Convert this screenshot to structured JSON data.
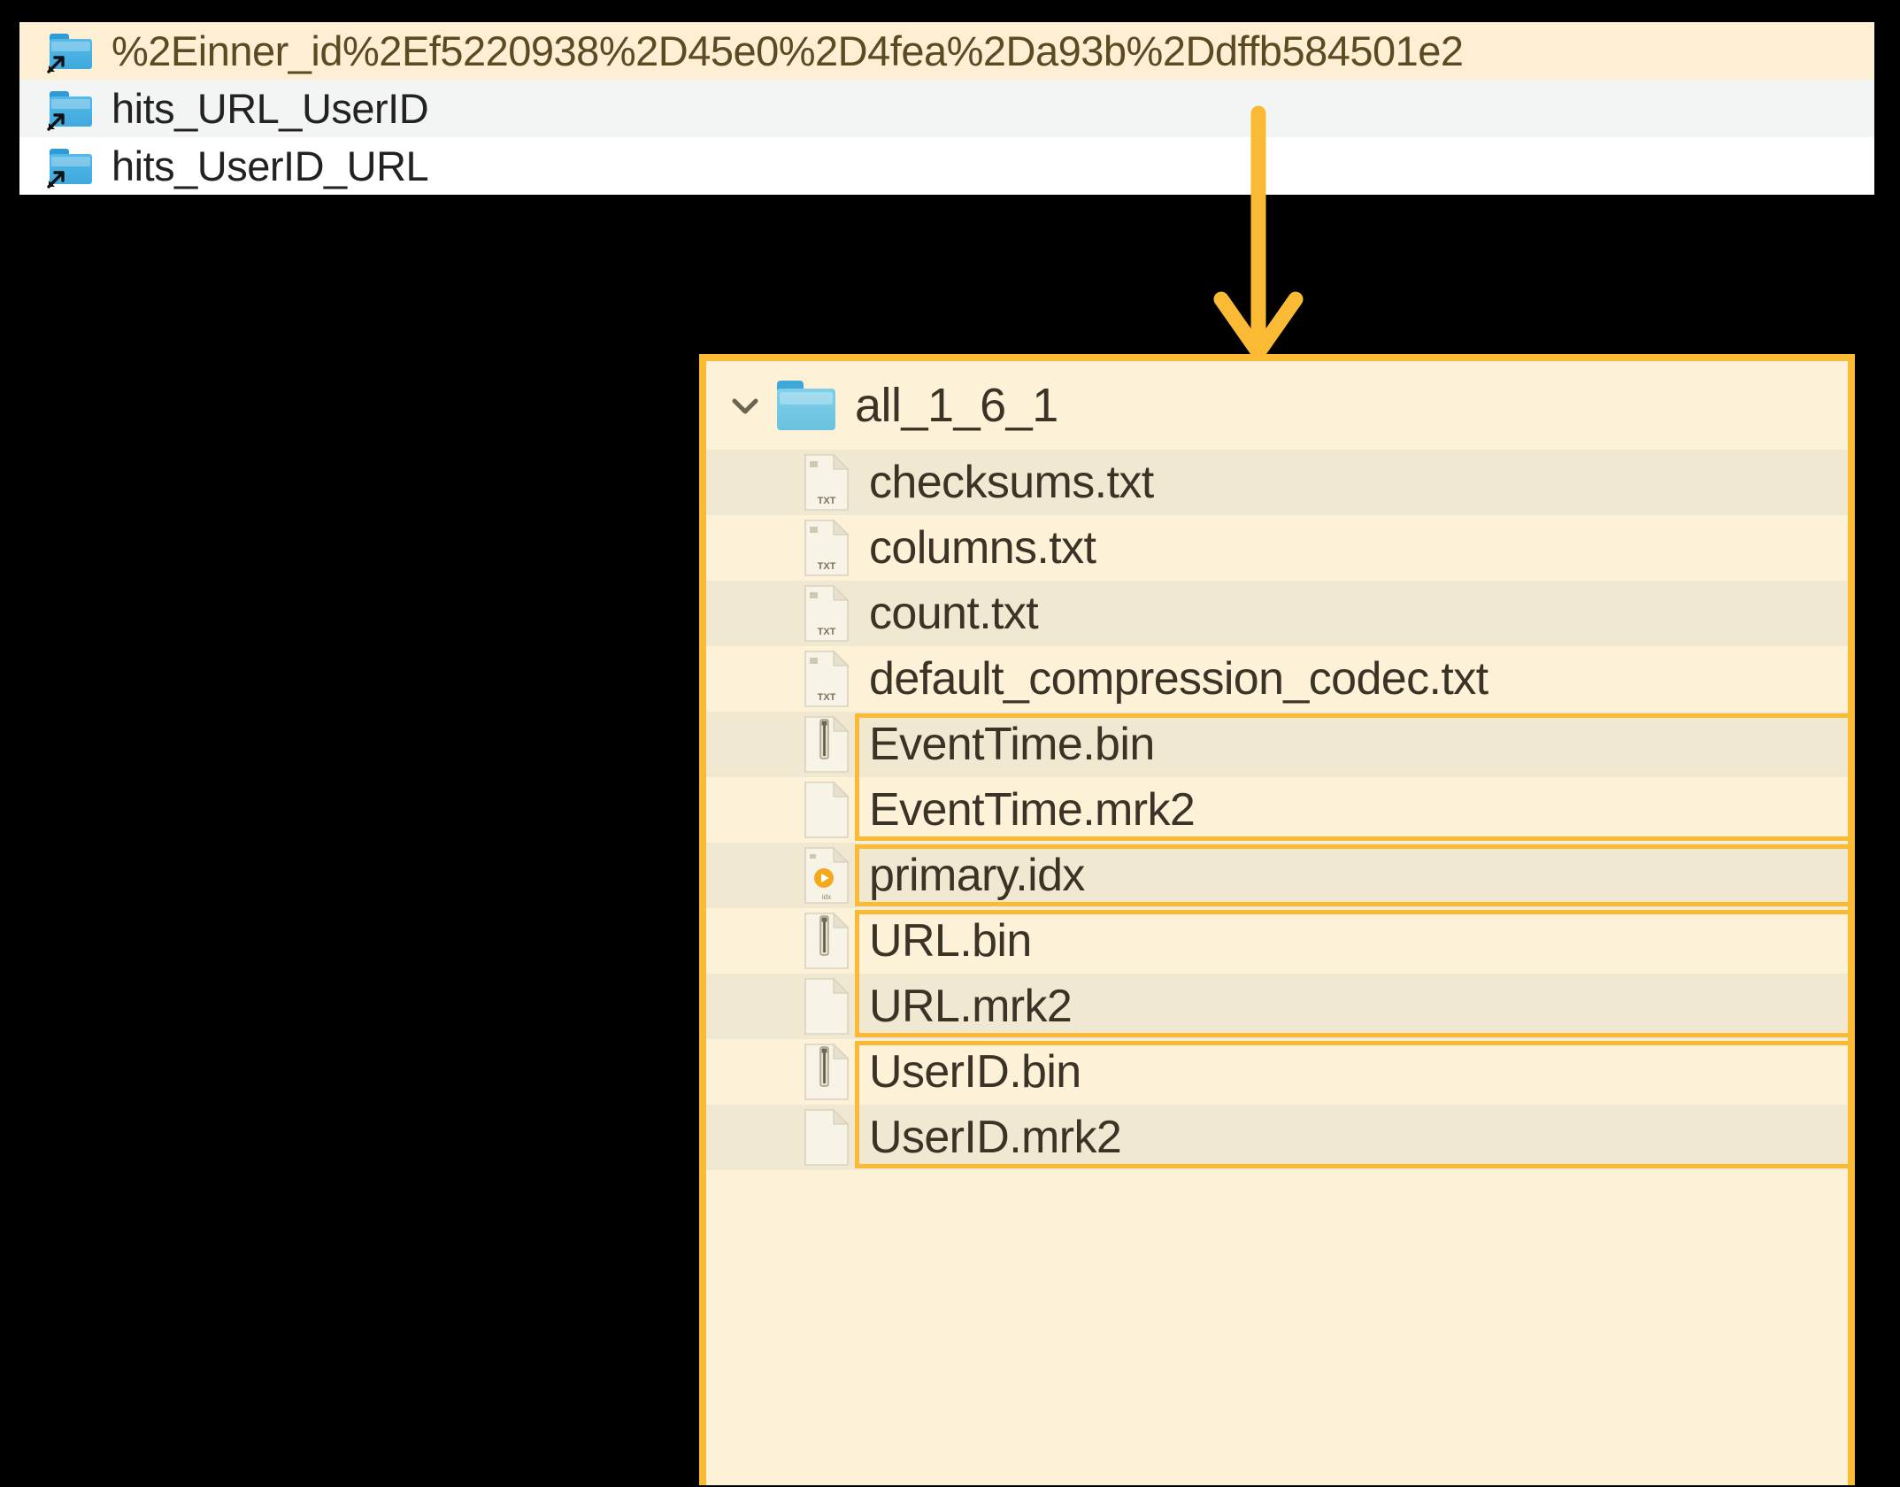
{
  "top_panel": {
    "name": "clickhouse-data-directory-listing",
    "rows": [
      {
        "label": "%2Einner_id%2Ef5220938%2D45e0%2D4fea%2Da93b%2Ddffb584501e2",
        "icon": "folder-shortcut-icon",
        "state": "selected"
      },
      {
        "label": "hits_URL_UserID",
        "icon": "folder-shortcut-icon",
        "state": "alternate"
      },
      {
        "label": "hits_UserID_URL",
        "icon": "folder-shortcut-icon",
        "state": "plain"
      }
    ]
  },
  "connector": {
    "name": "arrow-down",
    "color": "#FBBA33"
  },
  "bottom_panel": {
    "directory": {
      "label": "all_1_6_1",
      "icon": "folder-open-icon",
      "chevron": "chevron-down-icon",
      "expanded": true
    },
    "files": [
      {
        "label": "checksums.txt",
        "icon": "txt-file-icon",
        "icon_badge": "TXT",
        "stripe": true,
        "highlighted": false
      },
      {
        "label": "columns.txt",
        "icon": "txt-file-icon",
        "icon_badge": "TXT",
        "stripe": false,
        "highlighted": false
      },
      {
        "label": "count.txt",
        "icon": "txt-file-icon",
        "icon_badge": "TXT",
        "stripe": true,
        "highlighted": false
      },
      {
        "label": "default_compression_codec.txt",
        "icon": "txt-file-icon",
        "icon_badge": "TXT",
        "stripe": false,
        "highlighted": false
      },
      {
        "label": "EventTime.bin",
        "icon": "binary-file-icon",
        "icon_badge": "",
        "stripe": true,
        "highlighted": true
      },
      {
        "label": "EventTime.mrk2",
        "icon": "blank-file-icon",
        "icon_badge": "",
        "stripe": false,
        "highlighted": true
      },
      {
        "label": "primary.idx",
        "icon": "idx-file-icon",
        "icon_badge": "idx",
        "stripe": true,
        "highlighted": true
      },
      {
        "label": "URL.bin",
        "icon": "binary-file-icon",
        "icon_badge": "",
        "stripe": false,
        "highlighted": true
      },
      {
        "label": "URL.mrk2",
        "icon": "blank-file-icon",
        "icon_badge": "",
        "stripe": true,
        "highlighted": true
      },
      {
        "label": "UserID.bin",
        "icon": "binary-file-icon",
        "icon_badge": "",
        "stripe": false,
        "highlighted": true
      },
      {
        "label": "UserID.mrk2",
        "icon": "blank-file-icon",
        "icon_badge": "",
        "stripe": true,
        "highlighted": true
      }
    ],
    "highlight_groups": [
      {
        "name": "eventtime-column-group",
        "first": 4,
        "count": 2
      },
      {
        "name": "primary-index-group",
        "first": 6,
        "count": 1
      },
      {
        "name": "url-column-group",
        "first": 7,
        "count": 2
      },
      {
        "name": "userid-column-group",
        "first": 9,
        "count": 2
      }
    ]
  },
  "colors": {
    "accent": "#FBBA33",
    "panel_bg": "#FDF1D8",
    "stripe_bg": "#F0E8D1",
    "selected_row": "#FCEFD3",
    "alt_row": "#F3F5F4",
    "text": "#3A3326",
    "folder_blue": "#3FA9DE",
    "folder_cyan": "#7FCFE8"
  }
}
